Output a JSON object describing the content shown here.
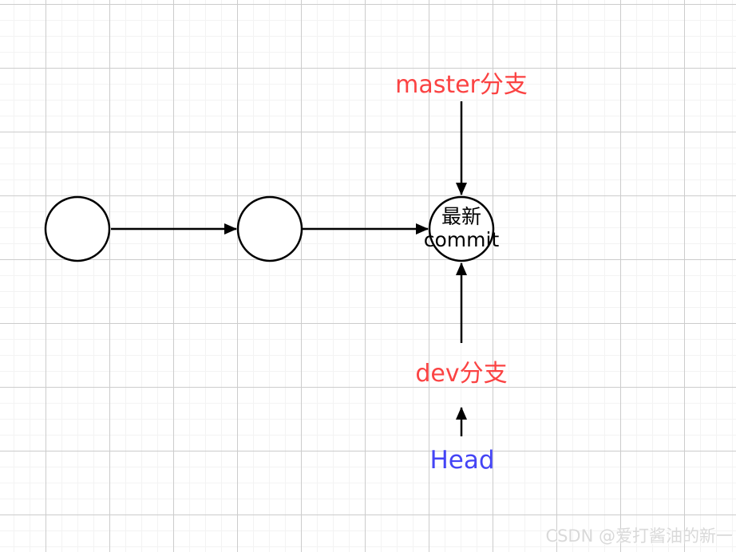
{
  "colors": {
    "background": "#ffffff",
    "grid_minor": "#f3f3f3",
    "grid_major": "#cccccc",
    "node_stroke": "#000000",
    "branch_label": "#fb4343",
    "head_label": "#4444f5",
    "commit_text": "#000000",
    "watermark": "#d9d9d9"
  },
  "diagram": {
    "branch_labels": {
      "master": "master分支",
      "dev": "dev分支"
    },
    "head_label": "Head",
    "commit_node": {
      "line1": "最新",
      "line2": "commit"
    }
  },
  "watermark": {
    "text": "CSDN @爱打酱油的新一"
  }
}
